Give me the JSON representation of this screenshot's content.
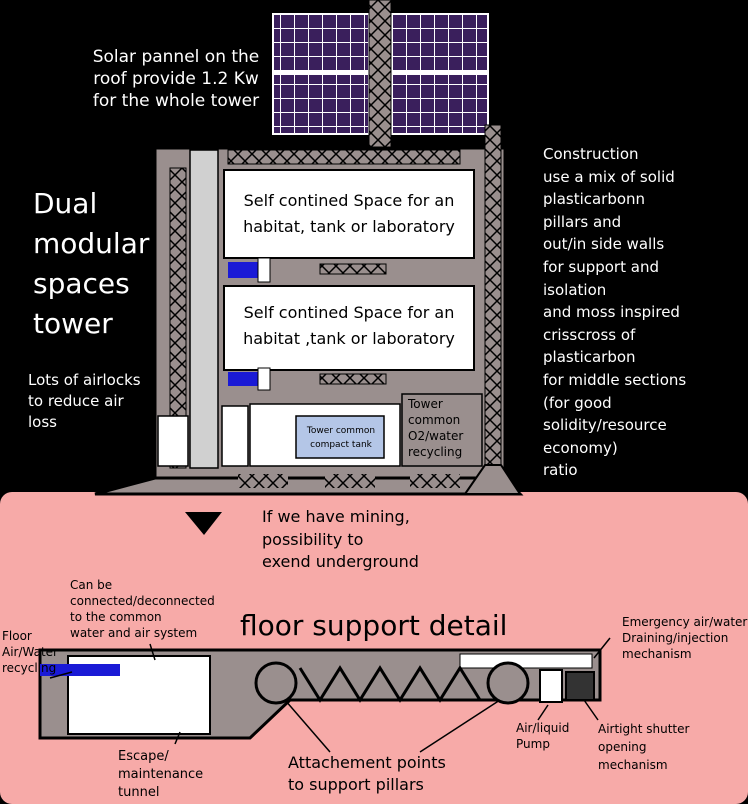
{
  "tower": {
    "solar_note": "Solar pannel on the\nroof provide 1.2 Kw\nfor the whole tower",
    "title": "Dual\nmodular\nspaces\ntower",
    "airlocks_note": "Lots of airlocks\nto reduce air\nloss",
    "construction_note": "Construction\nuse a mix of solid\nplasticarbonn\npillars and\nout/in side walls\nfor support and\nisolation\nand moss inspired\ncrisscross of\nplasticarbon\nfor middle sections\n(for good\nsolidity/resource\neconomy)\nratio",
    "space_upper": "Self contined Space for an\nhabitat, tank or laboratory",
    "space_lower": "Self contined Space for an\nhabitat ,tank or laboratory",
    "tank_label": "Tower common\ncompact tank",
    "recycling_label": "Tower\ncommon\nO2/water\nrecycling"
  },
  "underground": {
    "mining_note": "If we have mining,\npossibility to\nexend underground"
  },
  "floor_detail": {
    "title": "floor support detail",
    "connect_note": "Can be\nconnected/deconnected\nto the common\nwater and air system",
    "floor_recycling": "Floor\nAir/Water\nrecycling",
    "escape_tunnel": "Escape/\nmaintenance\ntunnel",
    "attachment_points": "Attachement points\nto support pillars",
    "pump": "Air/liquid\nPump",
    "shutter": "Airtight shutter\nopening\nmechanism",
    "emergency": "Emergency air/water\nDraining/injection\nmechanism"
  },
  "colors": {
    "background": "#000000",
    "pink_panel": "#f7aaa8",
    "structure_gray": "#9a8f8e",
    "solar_blue": "#3a1f5c",
    "pipe_blue": "#1a1ad6",
    "tank_blue": "#b4c6e7"
  }
}
